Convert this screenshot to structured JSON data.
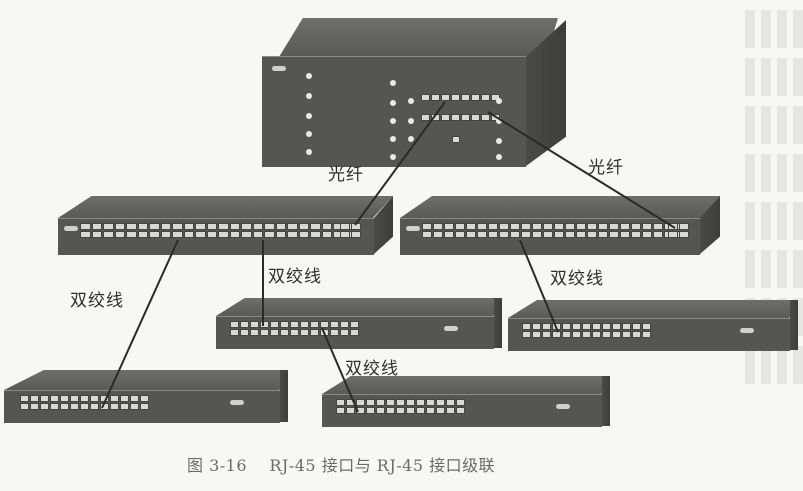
{
  "figure": {
    "caption": "图 3-16    RJ-45 接口与 RJ-45 接口级联"
  },
  "devices": [
    {
      "id": "core-chassis-switch",
      "type": "modular chassis switch",
      "level": 0
    },
    {
      "id": "aggregation-switch-left",
      "type": "48-port switch",
      "level": 1
    },
    {
      "id": "aggregation-switch-right",
      "type": "48-port switch",
      "level": 1
    },
    {
      "id": "access-switch-1",
      "type": "24-port switch",
      "level": 2
    },
    {
      "id": "access-switch-2",
      "type": "24-port switch",
      "level": 2
    },
    {
      "id": "access-switch-3",
      "type": "24-port switch",
      "level": 2
    },
    {
      "id": "access-switch-4",
      "type": "24-port switch",
      "level": 2
    }
  ],
  "links": [
    {
      "from": "core-chassis-switch",
      "to": "aggregation-switch-left",
      "label": "光纤"
    },
    {
      "from": "core-chassis-switch",
      "to": "aggregation-switch-right",
      "label": "光纤"
    },
    {
      "from": "aggregation-switch-left",
      "to": "access-switch-1",
      "label": "双绞线"
    },
    {
      "from": "aggregation-switch-left",
      "to": "access-switch-2",
      "label": "双绞线"
    },
    {
      "from": "access-switch-2",
      "to": "access-switch-4",
      "label": "双绞线"
    },
    {
      "from": "aggregation-switch-right",
      "to": "access-switch-3",
      "label": "双绞线"
    }
  ],
  "labels": {
    "fiber_left": "光纤",
    "fiber_right": "光纤",
    "twisted_pair_left": "双绞线",
    "twisted_pair_mid": "双绞线",
    "twisted_pair_right": "双绞线",
    "twisted_pair_bottom": "双绞线"
  }
}
